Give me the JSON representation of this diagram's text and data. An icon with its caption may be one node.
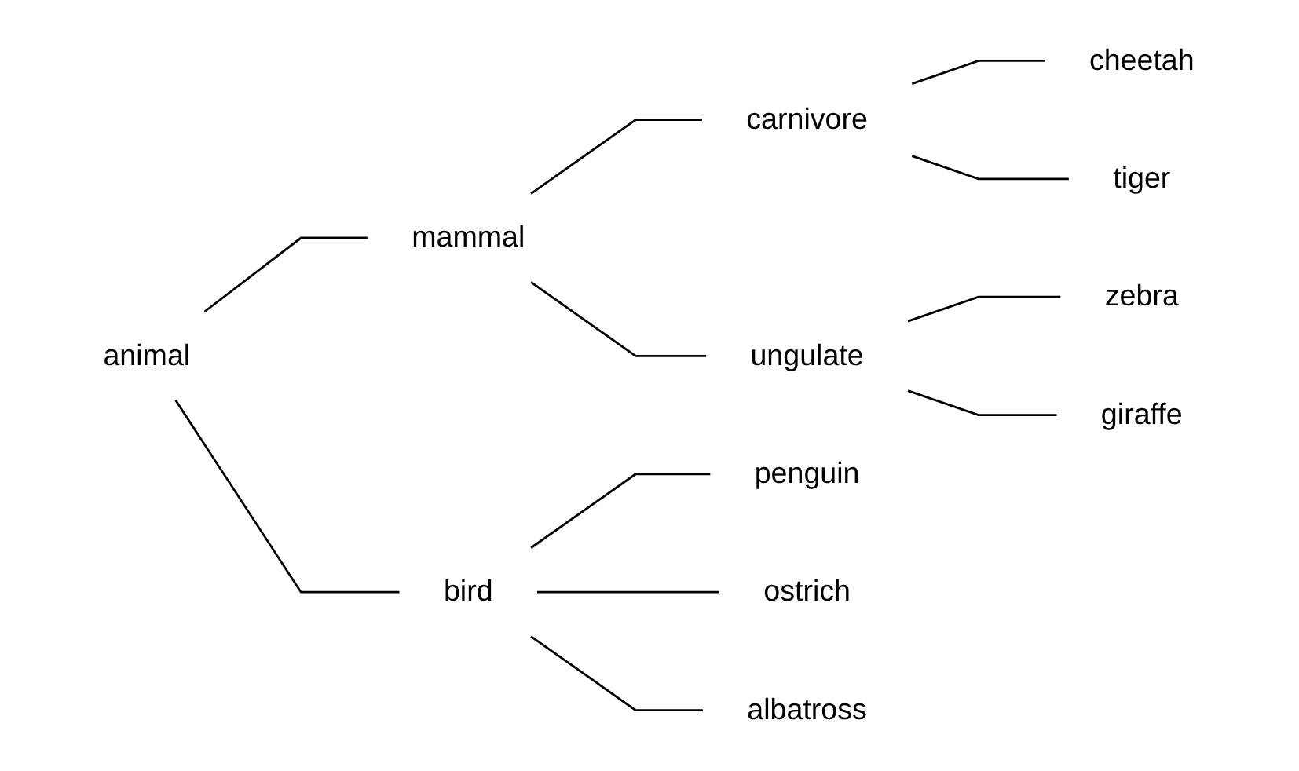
{
  "diagram": {
    "nodes": [
      {
        "text": [
          "animal"
        ]
      },
      {
        "text": [
          "mammal"
        ]
      },
      {
        "text": [
          "carnivore"
        ]
      },
      {
        "text": [
          "cheetah"
        ]
      },
      {
        "text": [
          "tiger"
        ]
      },
      {
        "text": [
          "ungulate"
        ]
      },
      {
        "text": [
          "zebra"
        ]
      },
      {
        "text": [
          "giraffe"
        ]
      },
      {
        "text": [
          "bird"
        ]
      },
      {
        "text": [
          "penguin"
        ]
      },
      {
        "text": [
          "ostrich"
        ]
      },
      {
        "text": [
          "albatross"
        ]
      }
    ],
    "edges": [
      {
        "from": 0,
        "to": 1,
        "arrow": "none"
      },
      {
        "from": 0,
        "to": 8,
        "arrow": "none"
      },
      {
        "from": 1,
        "to": 2,
        "arrow": "none"
      },
      {
        "from": 1,
        "to": 5,
        "arrow": "none"
      },
      {
        "from": 2,
        "to": 3,
        "arrow": "none"
      },
      {
        "from": 2,
        "to": 4,
        "arrow": "none"
      },
      {
        "from": 5,
        "to": 6,
        "arrow": "none"
      },
      {
        "from": 5,
        "to": 7,
        "arrow": "none"
      },
      {
        "from": 8,
        "to": 9,
        "arrow": "none"
      },
      {
        "from": 8,
        "to": 10,
        "arrow": "none"
      },
      {
        "from": 8,
        "to": 11,
        "arrow": "none"
      }
    ]
  }
}
